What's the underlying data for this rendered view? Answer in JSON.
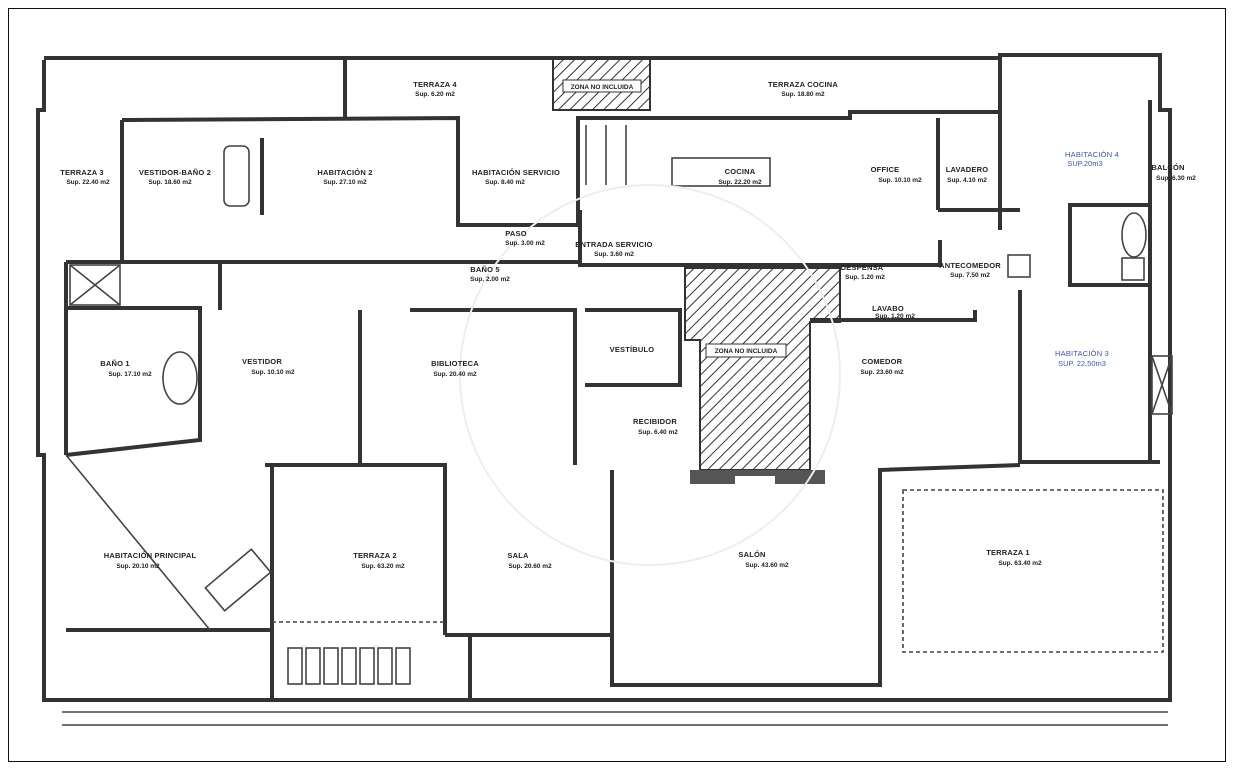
{
  "plan": {
    "rooms": [
      {
        "name": "TERRAZA 4",
        "area": "Sup. 6.20 m2"
      },
      {
        "name": "ZONA NO INCLUIDA",
        "area": ""
      },
      {
        "name": "TERRAZA COCINA",
        "area": "Sup. 18.80 m2"
      },
      {
        "name": "TERRAZA 3",
        "area": "Sup. 22.40 m2"
      },
      {
        "name": "VESTIDOR-BAÑO 2",
        "area": "Sup. 18.60 m2"
      },
      {
        "name": "HABITACIÓN 2",
        "area": "Sup. 27.10 m2"
      },
      {
        "name": "HABITACIÓN SERVICIO",
        "area": "Sup. 8.40 m2"
      },
      {
        "name": "PASO",
        "area": "Sup. 3.00 m2"
      },
      {
        "name": "ENTRADA SERVICIO",
        "area": "Sup. 3.60 m2"
      },
      {
        "name": "COCINA",
        "area": "Sup. 22.20 m2"
      },
      {
        "name": "OFFICE",
        "area": "Sup. 10.10 m2"
      },
      {
        "name": "LAVADERO",
        "area": "Sup. 4.10 m2"
      },
      {
        "name": "HABITACIÓN 4",
        "area": "SUP.20m3"
      },
      {
        "name": "BALCÓN",
        "area": "Sup. 6.30 m2"
      },
      {
        "name": "BAÑO 5",
        "area": "Sup. 2.00 m2"
      },
      {
        "name": "DESPENSA",
        "area": "Sup. 1.20 m2"
      },
      {
        "name": "ANTECOMEDOR",
        "area": "Sup. 7.50 m2"
      },
      {
        "name": "LAVABO",
        "area": "Sup. 1.20 m2"
      },
      {
        "name": "BAÑO 1",
        "area": "Sup. 17.10 m2"
      },
      {
        "name": "VESTIDOR",
        "area": "Sup. 10.10 m2"
      },
      {
        "name": "BIBLIOTECA",
        "area": "Sup. 20.40 m2"
      },
      {
        "name": "VESTÍBULO",
        "area": ""
      },
      {
        "name": "ZONA NO INCLUIDA",
        "area": ""
      },
      {
        "name": "COMEDOR",
        "area": "Sup. 23.60 m2"
      },
      {
        "name": "HABITACIÓN 3",
        "area": "SUP. 22,50m3"
      },
      {
        "name": "RECIBIDOR",
        "area": "Sup. 6.40 m2"
      },
      {
        "name": "HABITACIÓN PRINCIPAL",
        "area": "Sup. 20.10 m2"
      },
      {
        "name": "TERRAZA 2",
        "area": "Sup. 63.20 m2"
      },
      {
        "name": "SALA",
        "area": "Sup. 20.60 m2"
      },
      {
        "name": "SALÓN",
        "area": "Sup. 43.60 m2"
      },
      {
        "name": "TERRAZA 1",
        "area": "Sup. 63.40 m2"
      }
    ],
    "colors": {
      "wall": "#333333",
      "annotation_blue": "#3a5a9a"
    }
  }
}
